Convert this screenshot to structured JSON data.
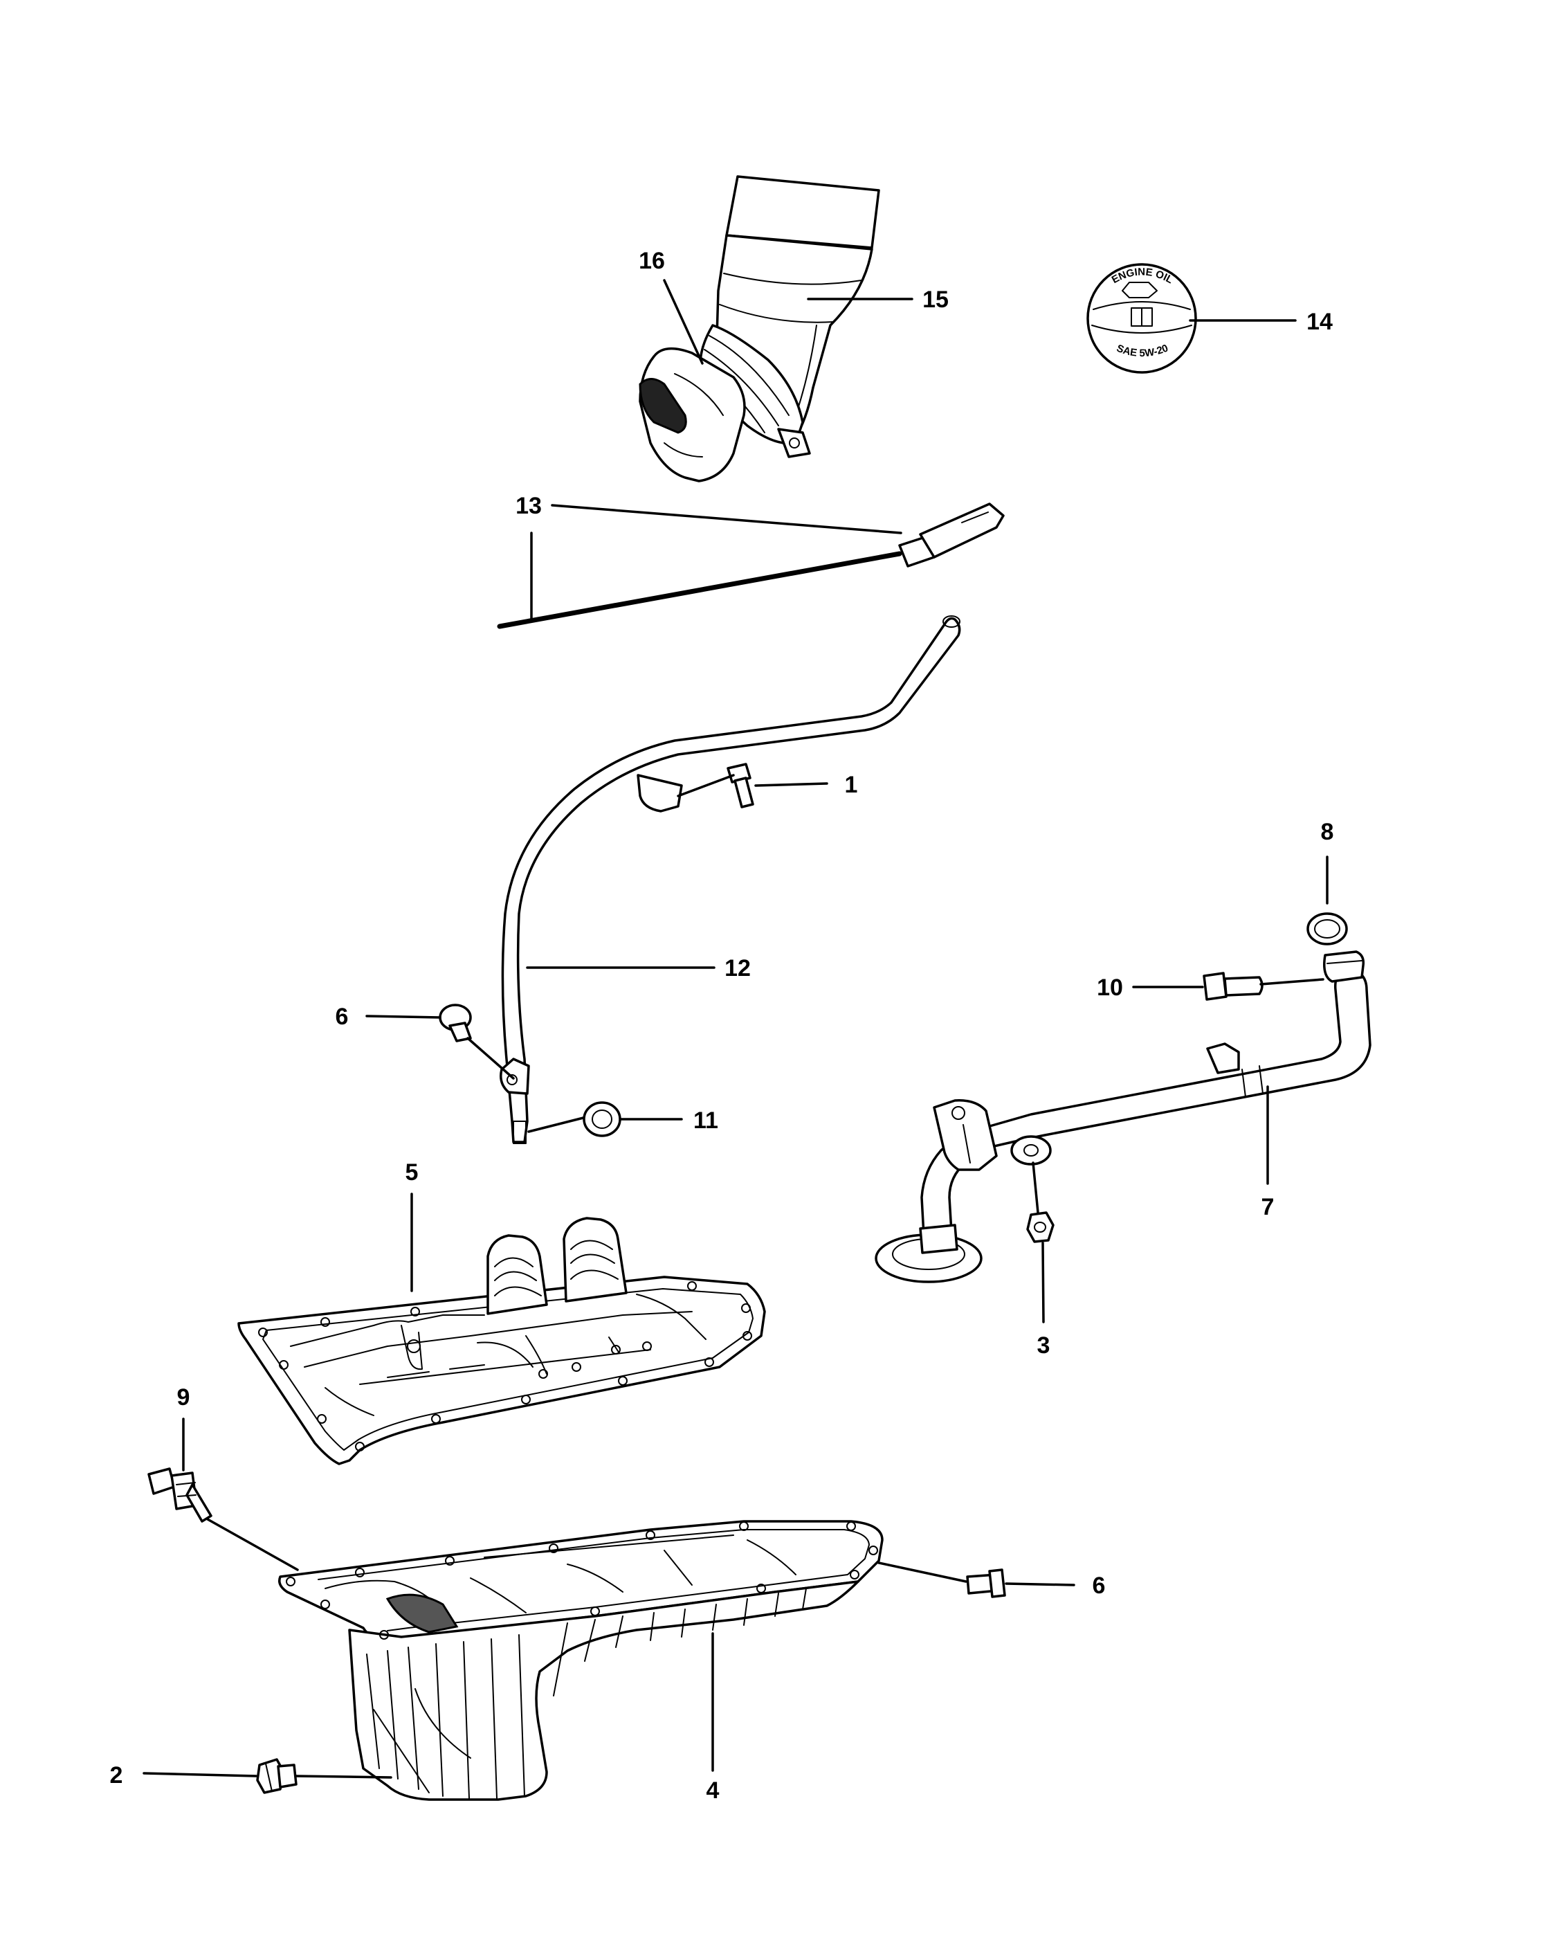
{
  "callouts": {
    "c1": "1",
    "c2": "2",
    "c3": "3",
    "c4": "4",
    "c5": "5",
    "c6a": "6",
    "c6b": "6",
    "c7": "7",
    "c8": "8",
    "c9": "9",
    "c10": "10",
    "c11": "11",
    "c12": "12",
    "c13": "13",
    "c14": "14",
    "c15": "15",
    "c16": "16"
  },
  "oil_cap": {
    "top_text": "ENGINE OIL",
    "bottom_text": "SAE 5W-20"
  }
}
